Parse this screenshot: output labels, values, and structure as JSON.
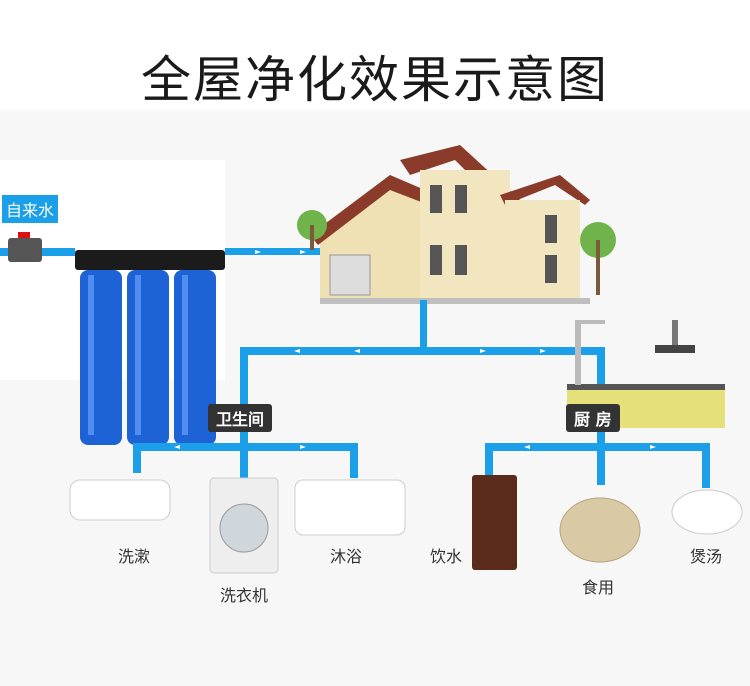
{
  "title": "全屋净化效果示意图",
  "source_label": "自来水",
  "zone_bathroom": "卫生间",
  "zone_kitchen": "厨 房",
  "outlets": {
    "wash": "洗漱",
    "washer": "洗衣机",
    "bath": "沐浴",
    "drink": "饮水",
    "eat": "食用",
    "soup": "煲汤"
  },
  "colors": {
    "pipe": "#1a9fe8",
    "filter": "#1e63d6",
    "tag": "#333333"
  }
}
